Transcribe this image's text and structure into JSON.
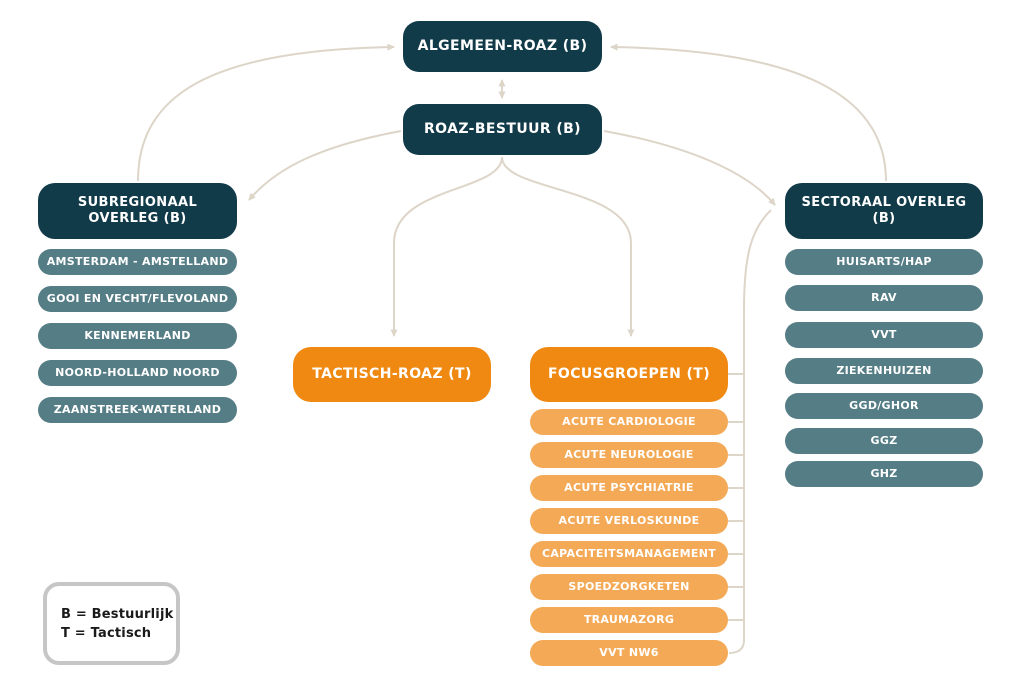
{
  "title": "ROAZ organogram",
  "colors": {
    "dark_teal": "#123b49",
    "slate_teal": "#557d85",
    "orange": "#ef8912",
    "light_orange": "#f4a956",
    "connector": "#ddd5c8",
    "legend_border": "#c6c6c6",
    "text_on_node": "#ffffff"
  },
  "nodes": {
    "algemeen": {
      "label": "ALGEMEEN-ROAZ (B)"
    },
    "bestuur": {
      "label": "ROAZ-BESTUUR (B)"
    },
    "subregionaal": {
      "label": "SUBREGIONAAL OVERLEG (B)",
      "items": [
        "AMSTERDAM - AMSTELLAND",
        "GOOI EN VECHT/FLEVOLAND",
        "KENNEMERLAND",
        "NOORD-HOLLAND NOORD",
        "ZAANSTREEK-WATERLAND"
      ]
    },
    "sectoraal": {
      "label": "SECTORAAL OVERLEG (B)",
      "items": [
        "HUISARTS/HAP",
        "RAV",
        "VVT",
        "ZIEKENHUIZEN",
        "GGD/GHOR",
        "GGZ",
        "GHZ"
      ]
    },
    "tactisch": {
      "label": "TACTISCH-ROAZ (T)"
    },
    "focusgroepen": {
      "label": "FOCUSGROEPEN (T)",
      "items": [
        "ACUTE CARDIOLOGIE",
        "ACUTE NEUROLOGIE",
        "ACUTE PSYCHIATRIE",
        "ACUTE VERLOSKUNDE",
        "CAPACITEITSMANAGEMENT",
        "SPOEDZORGKETEN",
        "TRAUMAZORG",
        "VVT NW6"
      ]
    }
  },
  "legend": {
    "line1": "B = Bestuurlijk",
    "line2": "T = Tactisch"
  }
}
